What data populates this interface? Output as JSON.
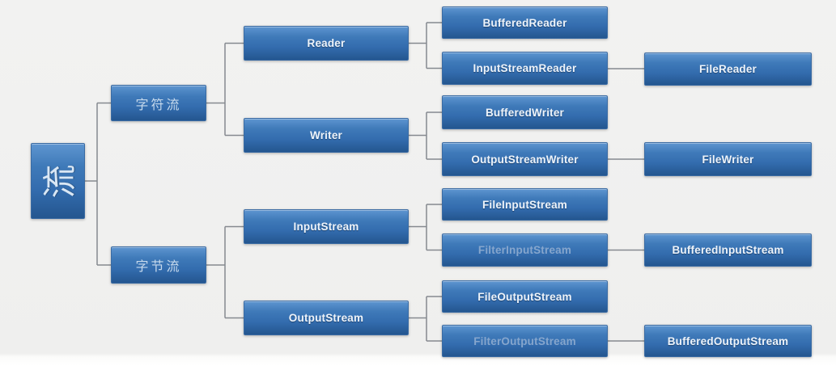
{
  "diagram_type": "tree-hierarchy",
  "colors": {
    "background": "#efefee",
    "box_top": "#5e95d0",
    "box_mid": "#336cae",
    "box_bottom": "#24568f",
    "box_border": "#3a6ba3",
    "text": "#eef4fb",
    "faded_text": "#86a6cd",
    "cjk_text": "#c6d9ec",
    "connector": "#85898f"
  },
  "nodes": {
    "root": {
      "label": "流"
    },
    "char_stream": {
      "label": "字符流"
    },
    "byte_stream": {
      "label": "字节流"
    },
    "reader": {
      "label": "Reader"
    },
    "writer": {
      "label": "Writer"
    },
    "input_stream": {
      "label": "InputStream"
    },
    "output_stream": {
      "label": "OutputStream"
    },
    "buffered_reader": {
      "label": "BufferedReader"
    },
    "input_stream_reader": {
      "label": "InputStreamReader"
    },
    "file_reader": {
      "label": "FileReader"
    },
    "buffered_writer": {
      "label": "BufferedWriter"
    },
    "output_stream_writer": {
      "label": "OutputStreamWriter"
    },
    "file_writer": {
      "label": "FileWriter"
    },
    "file_input_stream": {
      "label": "FileInputStream"
    },
    "filter_input_stream": {
      "label": "FilterInputStream",
      "faded": true
    },
    "buffered_input_stream": {
      "label": "BufferedInputStream"
    },
    "file_output_stream": {
      "label": "FileOutputStream"
    },
    "filter_output_stream": {
      "label": "FilterOutputStream",
      "faded": true
    },
    "buffered_output_stream": {
      "label": "BufferedOutputStream"
    }
  },
  "edges": [
    [
      "root",
      "char_stream"
    ],
    [
      "root",
      "byte_stream"
    ],
    [
      "char_stream",
      "reader"
    ],
    [
      "char_stream",
      "writer"
    ],
    [
      "byte_stream",
      "input_stream"
    ],
    [
      "byte_stream",
      "output_stream"
    ],
    [
      "reader",
      "buffered_reader"
    ],
    [
      "reader",
      "input_stream_reader"
    ],
    [
      "input_stream_reader",
      "file_reader"
    ],
    [
      "writer",
      "buffered_writer"
    ],
    [
      "writer",
      "output_stream_writer"
    ],
    [
      "output_stream_writer",
      "file_writer"
    ],
    [
      "input_stream",
      "file_input_stream"
    ],
    [
      "input_stream",
      "filter_input_stream"
    ],
    [
      "filter_input_stream",
      "buffered_input_stream"
    ],
    [
      "output_stream",
      "file_output_stream"
    ],
    [
      "output_stream",
      "filter_output_stream"
    ],
    [
      "filter_output_stream",
      "buffered_output_stream"
    ]
  ]
}
